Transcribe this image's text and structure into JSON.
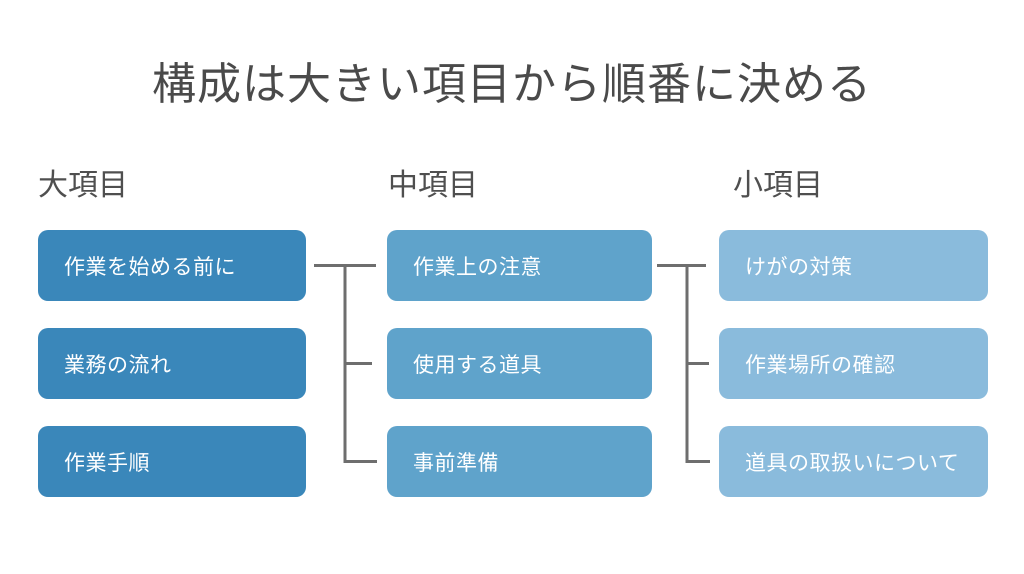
{
  "title": "構成は大きい項目から順番に決める",
  "columns": [
    {
      "header": "大項目",
      "color": "#3a87ba",
      "items": [
        "作業を始める前に",
        "業務の流れ",
        "作業手順"
      ]
    },
    {
      "header": "中項目",
      "color": "#5fa3cb",
      "items": [
        "作業上の注意",
        "使用する道具",
        "事前準備"
      ]
    },
    {
      "header": "小項目",
      "color": "#8abbdc",
      "items": [
        "けがの対策",
        "作業場所の確認",
        "道具の取扱いについて"
      ]
    }
  ],
  "connections": [
    {
      "from": "大項目:作業を始める前に",
      "to": [
        "作業上の注意",
        "使用する道具",
        "事前準備"
      ]
    },
    {
      "from": "中項目:作業上の注意",
      "to": [
        "けがの対策",
        "作業場所の確認",
        "道具の取扱いについて"
      ]
    }
  ],
  "colors": {
    "background": "#ffffff",
    "title_text": "#4a4a4a",
    "header_text": "#4f4f4f",
    "box_text": "#ffffff",
    "connector_line": "#6e6e6e"
  }
}
